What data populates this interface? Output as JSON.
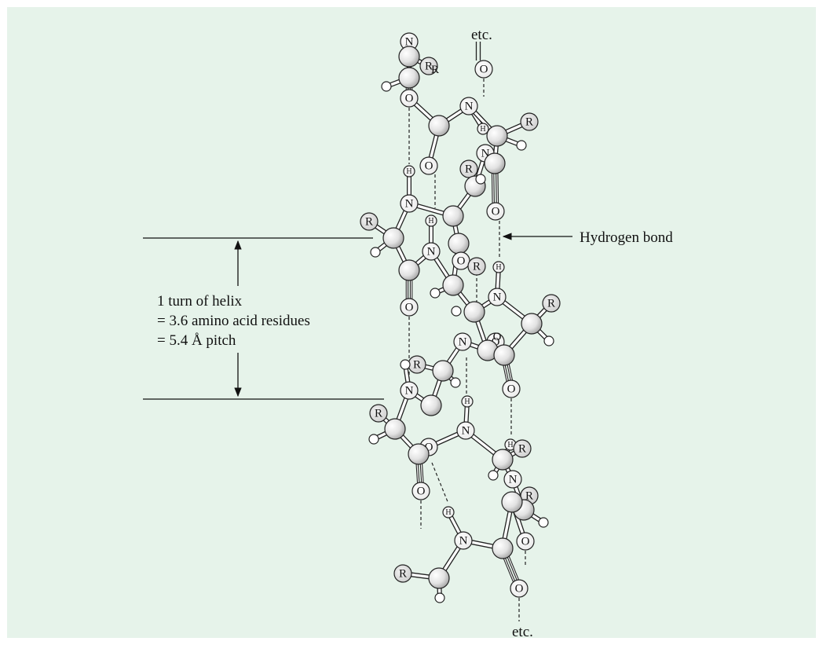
{
  "labels": {
    "etc_top": "etc.",
    "etc_bottom": "etc.",
    "hydrogen_bond": "Hydrogen bond",
    "turn_line1": "1 turn of helix",
    "turn_line2": "= 3.6 amino acid residues",
    "turn_line3": "= 5.4 Å pitch"
  },
  "atom_symbols": {
    "nitrogen": "N",
    "oxygen": "O",
    "hydrogen": "H",
    "side_chain": "R"
  },
  "colors": {
    "background": "#e6f3ea",
    "atom_fill": "#ececec",
    "line": "#222222"
  }
}
